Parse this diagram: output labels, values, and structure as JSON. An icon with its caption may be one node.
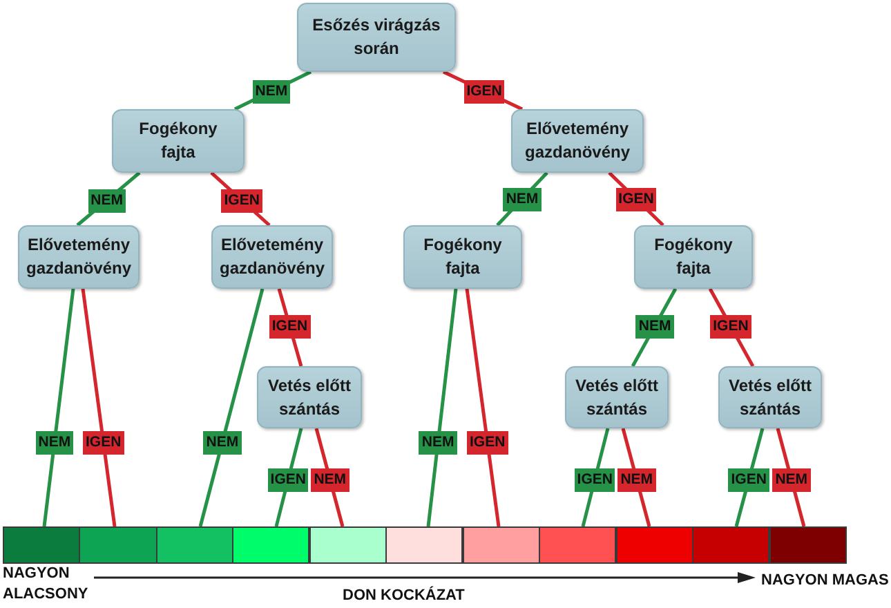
{
  "diagram": {
    "nodes": [
      {
        "text": [
          "Esőzés virágzás során"
        ]
      },
      {
        "text": [
          "Fogékony fajta"
        ]
      },
      {
        "text": [
          "Elővetemény gazdanövény"
        ]
      },
      {
        "text": [
          "Elővetemény gazdanövény"
        ]
      },
      {
        "text": [
          "Elővetemény gazdanövény"
        ]
      },
      {
        "text": [
          "Fogékony fajta"
        ]
      },
      {
        "text": [
          "Fogékony fajta"
        ]
      },
      {
        "text": [
          "Vetés előtt szántás"
        ]
      },
      {
        "text": [
          "Vetés előtt szántás"
        ]
      },
      {
        "text": [
          "Vetés előtt szántás"
        ]
      },
      {
        "text": [],
        "shape": "box"
      },
      {
        "text": [],
        "shape": "box"
      },
      {
        "text": [],
        "shape": "box"
      },
      {
        "text": [],
        "shape": "box"
      },
      {
        "text": [],
        "shape": "box"
      },
      {
        "text": [],
        "shape": "box"
      },
      {
        "text": [],
        "shape": "box"
      },
      {
        "text": [],
        "shape": "box"
      },
      {
        "text": [],
        "shape": "box"
      },
      {
        "text": [],
        "shape": "box"
      },
      {
        "text": [],
        "shape": "box"
      }
    ],
    "edges": [
      {
        "from": 0,
        "to": 1,
        "arrow": "none",
        "label": "NEM",
        "color": "#259247"
      },
      {
        "from": 0,
        "to": 2,
        "arrow": "none",
        "label": "IGEN",
        "color": "#d4262c"
      },
      {
        "from": 1,
        "to": 3,
        "arrow": "none",
        "label": "NEM",
        "color": "#259247"
      },
      {
        "from": 1,
        "to": 4,
        "arrow": "none",
        "label": "IGEN",
        "color": "#d4262c"
      },
      {
        "from": 2,
        "to": 5,
        "arrow": "none",
        "label": "NEM",
        "color": "#259247"
      },
      {
        "from": 2,
        "to": 6,
        "arrow": "none",
        "label": "IGEN",
        "color": "#d4262c"
      },
      {
        "from": 3,
        "to": 10,
        "arrow": "none",
        "label": "NEM",
        "color": "#259247"
      },
      {
        "from": 3,
        "to": 11,
        "arrow": "none",
        "label": "IGEN",
        "color": "#d4262c"
      },
      {
        "from": 4,
        "to": 12,
        "arrow": "none",
        "label": "NEM",
        "color": "#259247"
      },
      {
        "from": 4,
        "to": 7,
        "arrow": "none",
        "label": "IGEN",
        "color": "#d4262c"
      },
      {
        "from": 7,
        "to": 13,
        "arrow": "none",
        "label": "IGEN",
        "color": "#259247"
      },
      {
        "from": 7,
        "to": 14,
        "arrow": "none",
        "label": "NEM",
        "color": "#d4262c"
      },
      {
        "from": 5,
        "to": 15,
        "arrow": "none",
        "label": "NEM",
        "color": "#259247"
      },
      {
        "from": 5,
        "to": 16,
        "arrow": "none",
        "label": "IGEN",
        "color": "#d4262c"
      },
      {
        "from": 6,
        "to": 8,
        "arrow": "none",
        "label": "NEM",
        "color": "#259247"
      },
      {
        "from": 6,
        "to": 9,
        "arrow": "none",
        "label": "IGEN",
        "color": "#d4262c"
      },
      {
        "from": 8,
        "to": 17,
        "arrow": "none",
        "label": "IGEN",
        "color": "#259247"
      },
      {
        "from": 8,
        "to": 18,
        "arrow": "none",
        "label": "NEM",
        "color": "#d4262c"
      },
      {
        "from": 9,
        "to": 19,
        "arrow": "none",
        "label": "IGEN",
        "color": "#259247"
      },
      {
        "from": 9,
        "to": 20,
        "arrow": "none",
        "label": "NEM",
        "color": "#d4262c"
      }
    ],
    "labels": [
      "NAGYON ALACSONY",
      "DON KOCKÁZAT",
      "NAGYON MAGAS"
    ]
  }
}
